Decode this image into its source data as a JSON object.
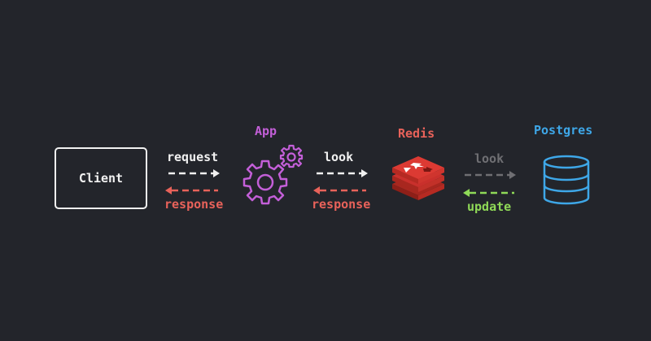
{
  "nodes": {
    "client": {
      "label": "Client"
    },
    "app": {
      "label": "App"
    },
    "redis": {
      "label": "Redis"
    },
    "postgres": {
      "label": "Postgres"
    }
  },
  "edges": {
    "client_app": {
      "forward_label": "request",
      "return_label": "response"
    },
    "app_redis": {
      "forward_label": "look",
      "return_label": "response"
    },
    "redis_postgres": {
      "forward_label": "look",
      "return_label": "update"
    }
  },
  "colors": {
    "background": "#23252b",
    "white": "#f1f1f1",
    "app_purple": "#c35fd8",
    "redis_red": "#d9534f",
    "postgres_blue": "#3ea7e8",
    "gray": "#6f6f73",
    "update_green": "#8fd957"
  },
  "icons": {
    "app": "gears-icon",
    "redis": "redis-logo-icon",
    "postgres": "database-icon"
  }
}
